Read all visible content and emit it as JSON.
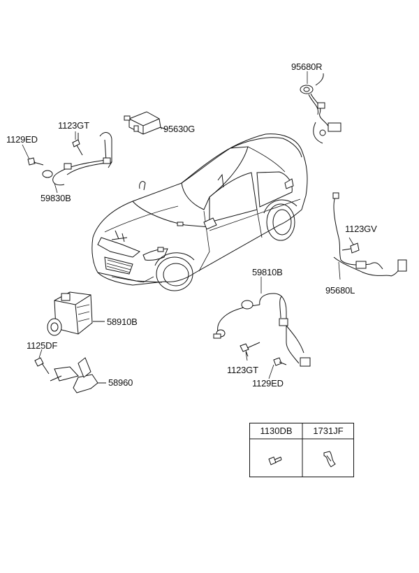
{
  "callouts": {
    "p95680R": "95680R",
    "p1123GT_top": "1123GT",
    "p95630G": "95630G",
    "p1129ED_top": "1129ED",
    "p59830B": "59830B",
    "p1123GV": "1123GV",
    "p95680L": "95680L",
    "p59810B": "59810B",
    "p58910B": "58910B",
    "p1125DF": "1125DF",
    "p58960": "58960",
    "p1123GT_bottom": "1123GT",
    "p1129ED_bottom": "1129ED"
  },
  "parts_table": {
    "col1": "1130DB",
    "col2": "1731JF"
  }
}
